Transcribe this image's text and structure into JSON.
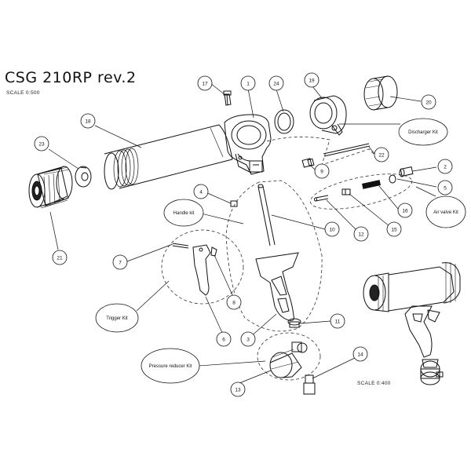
{
  "title": "CSG  210RP  rev.2",
  "scale_top": "SCALE 0:500",
  "scale_bottom": "SCALE 0:400",
  "kits": {
    "discharger": "Discharger Kit",
    "handle": "Handle kit",
    "air_valve": "Air valve Kit",
    "trigger": "Trigger Kit",
    "pressure_reducer": "Pressure reducer Kit"
  },
  "callouts": {
    "c1": "1",
    "c2": "2",
    "c3": "3",
    "c4": "4",
    "c5": "5",
    "c6": "6",
    "c7": "7",
    "c8": "8",
    "c9": "9",
    "c10": "10",
    "c11": "11",
    "c12": "12",
    "c13": "13",
    "c14": "14",
    "c15": "15",
    "c16": "16",
    "c17": "17",
    "c18": "18",
    "c19": "19",
    "c20": "20",
    "c21": "21",
    "c22": "22",
    "c23": "23",
    "c24": "24"
  }
}
